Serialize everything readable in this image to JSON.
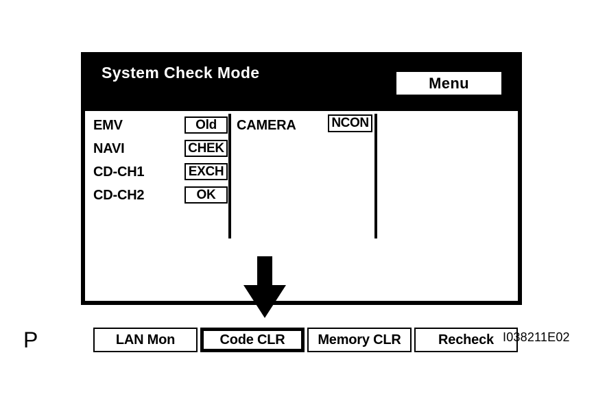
{
  "panel": {
    "header": {
      "title": "System Check Mode",
      "menu_label": "Menu"
    },
    "status_items": [
      {
        "label": "EMV",
        "value": "Old"
      },
      {
        "label": "NAVI",
        "value": "CHEK"
      },
      {
        "label": "CD-CH1",
        "value": "EXCH"
      },
      {
        "label": "CD-CH2",
        "value": "OK"
      }
    ],
    "camera": {
      "label": "CAMERA",
      "value": "NCON"
    },
    "pointer": {
      "icon": "arrow-down-icon",
      "points_to": "Code CLR"
    },
    "buttons": [
      {
        "label": "LAN Mon",
        "selected": false
      },
      {
        "label": "Code CLR",
        "selected": true
      },
      {
        "label": "Memory CLR",
        "selected": false
      },
      {
        "label": "Recheck",
        "selected": false
      }
    ],
    "colors": {
      "header_background": "#000000",
      "header_text": "#ffffff",
      "body_background": "#ffffff",
      "body_text": "#000000",
      "border": "#000000"
    }
  },
  "caption": {
    "page_marker": "P",
    "figure_id": "I038211E02"
  }
}
